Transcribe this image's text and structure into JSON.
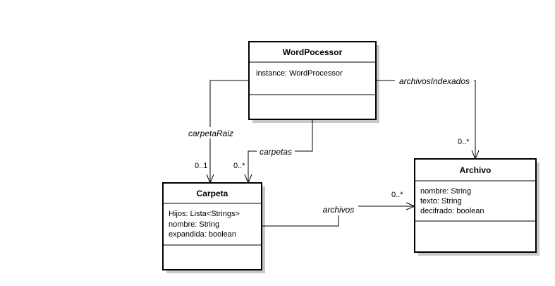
{
  "classes": {
    "wordprocessor": {
      "name": "WordPocessor",
      "attributes": [
        "instance: WordProcessor"
      ]
    },
    "archivo": {
      "name": "Archivo",
      "attributes": [
        "nombre: String",
        "texto: String",
        "decifrado: boolean"
      ]
    },
    "carpeta": {
      "name": "Carpeta",
      "attributes": [
        "Hijos: Lista<Strings>",
        "nombre: String",
        "expandida: boolean"
      ]
    }
  },
  "associations": {
    "archivos_indexados": {
      "role": "archivosIndexados",
      "multiplicity": "0..*"
    },
    "carpeta_raiz": {
      "role": "carpetaRaiz",
      "multiplicity": "0..1"
    },
    "carpetas": {
      "role": "carpetas",
      "multiplicity": "0..*"
    },
    "archivos": {
      "role": "archivos",
      "multiplicity": "0..*"
    }
  }
}
